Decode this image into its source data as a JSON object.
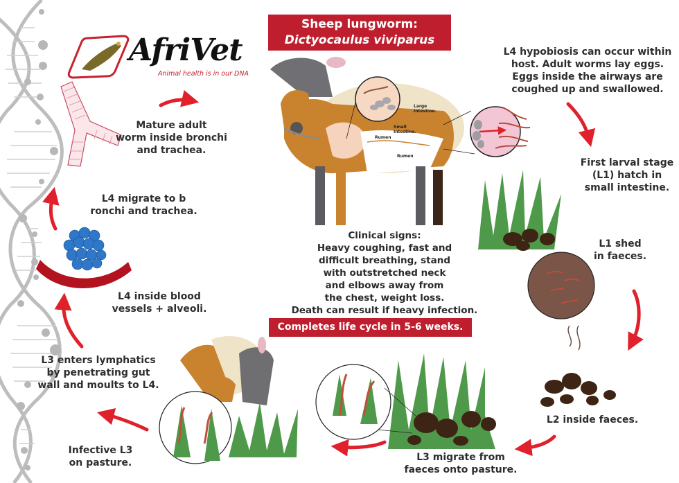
{
  "title": {
    "line1": "Sheep lungworm:",
    "line2": "Dictyocaulus viviparus"
  },
  "logo": {
    "brand": "AfriVet",
    "tagline": "Animal health is in our DNA"
  },
  "summary_banner": "Completes life cycle in 5-6 weeks.",
  "clinical_signs": "Clinical signs:\nHeavy coughing, fast and\ndifficult breathing, stand\nwith outstretched neck\nand elbows away from\nthe chest, weight loss.\nDeath can result if heavy infection.",
  "anatomy_labels": {
    "large_intestine": "Large\nIntestine.",
    "small_intestine": "Small\nIntestine.",
    "rumen_left": "Rumen",
    "rumen_lower": "Rumen"
  },
  "steps": [
    {
      "id": "adult",
      "text": "Mature adult\nworm inside bronchi\nand trachea."
    },
    {
      "id": "l4-hypobiosis",
      "text": "L4 hypobiosis can occur within\nhost. Adult worms lay eggs.\nEggs inside the airways are\ncoughed up and swallowed."
    },
    {
      "id": "l1-hatch",
      "text": "First larval stage\n(L1) hatch in\nsmall intestine."
    },
    {
      "id": "l1-shed",
      "text": "L1 shed\nin faeces."
    },
    {
      "id": "l2",
      "text": "L2 inside faeces."
    },
    {
      "id": "l3-migrate",
      "text": "L3 migrate from\nfaeces onto pasture."
    },
    {
      "id": "l3-infective",
      "text": "Infective L3\non pasture."
    },
    {
      "id": "l3-lymph",
      "text": "L3 enters lymphatics\nby penetrating gut\nwall and moults to L4."
    },
    {
      "id": "l4-blood",
      "text": "L4 inside blood\nvessels + alveoli."
    },
    {
      "id": "l4-migrate",
      "text": "L4 migrate to b\nronchi and trachea."
    }
  ],
  "colors": {
    "accent_red": "#bf1e2e",
    "arrow_red": "#e0202a",
    "grass_green": "#4f9a4a",
    "faeces_brown": "#3d2414",
    "dna_grey": "#b9b9b9",
    "goat_orange": "#c9822e",
    "sheep_cream": "#efe4c8",
    "sheep_grey": "#6f6f72",
    "alveoli_blue": "#2f77c9",
    "zoom_pink": "#f2c1d3"
  }
}
